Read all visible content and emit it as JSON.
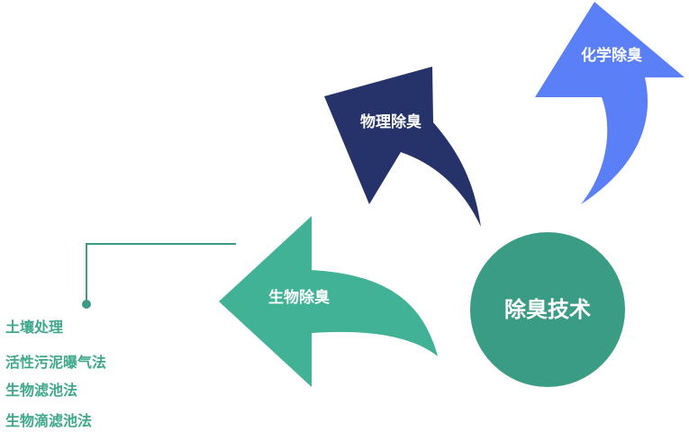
{
  "center": {
    "label": "除臭技术",
    "color": "#3b9c85"
  },
  "branches": {
    "biological": {
      "label": "生物除臭",
      "color": "#41b295"
    },
    "physical": {
      "label": "物理除臭",
      "color": "#26336a"
    },
    "chemical": {
      "label": "化学除臭",
      "color": "#5b7ff6"
    }
  },
  "connector_color": "#3b9c85",
  "biological_methods": [
    "土壤处理",
    "活性污泥曝气法",
    "生物滤池法",
    "生物滴滤池法"
  ]
}
